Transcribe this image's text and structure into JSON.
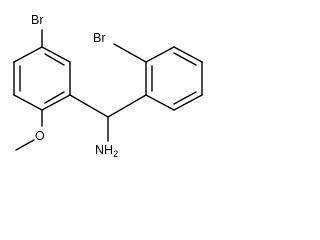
{
  "molecule": {
    "labels": {
      "br_left": "Br",
      "br_right": "Br",
      "oxygen": "O",
      "amine_main": "NH",
      "amine_sub": "2"
    }
  }
}
